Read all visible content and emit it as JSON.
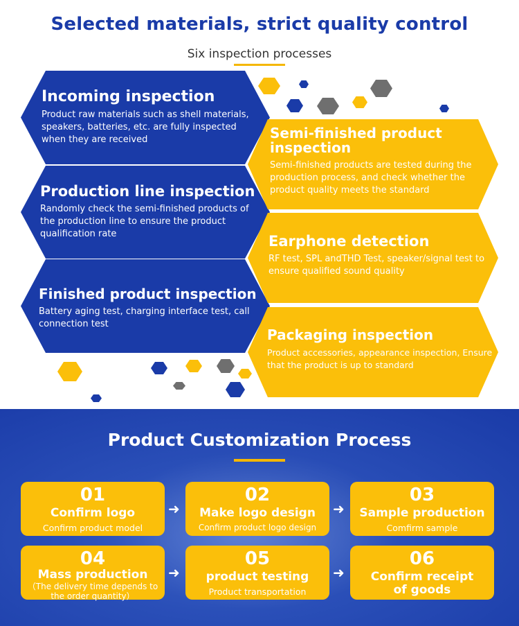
{
  "header": {
    "title": "Selected materials, strict quality control",
    "subtitle": "Six inspection processes"
  },
  "inspections": [
    {
      "title": "Incoming inspection",
      "desc": "Product raw materials such as shell materials, speakers, batteries, etc. are fully inspected when they are received"
    },
    {
      "title": "Production line inspection",
      "desc": "Randomly check the semi-finished products of the production line to ensure the product qualification rate"
    },
    {
      "title": "Finished product inspection",
      "desc": "Battery aging test, charging interface test, call connection test"
    },
    {
      "title": "Semi-finished product inspection",
      "desc": "Semi-finished products are tested during the production process, and check whether the product quality meets the standard"
    },
    {
      "title": "Earphone detection",
      "desc": "RF test, SPL andTHD Test, speaker/signal test to ensure qualified sound quality"
    },
    {
      "title": "Packaging inspection",
      "desc": "Product accessories, appearance inspection, Ensure that the product is up to standard"
    }
  ],
  "process": {
    "title": "Product Customization Process",
    "steps": [
      {
        "num": "01",
        "title": "Confirm logo",
        "sub": "Confirm product model"
      },
      {
        "num": "02",
        "title": "Make logo design",
        "sub": "Confirm product logo design"
      },
      {
        "num": "03",
        "title": "Sample production",
        "sub": "Comfirm sample"
      },
      {
        "num": "04",
        "title": "Mass production",
        "sub": "（The delivery time depends to the order quantity）"
      },
      {
        "num": "05",
        "title": "product testing",
        "sub": "Product transportation"
      },
      {
        "num": "06",
        "title": "Confirm receipt of goods",
        "sub": ""
      }
    ],
    "arrow": "➜"
  },
  "colors": {
    "blue": "#1a3ba8",
    "yellow": "#fbbf0a",
    "gray": "#6f6f6f"
  }
}
